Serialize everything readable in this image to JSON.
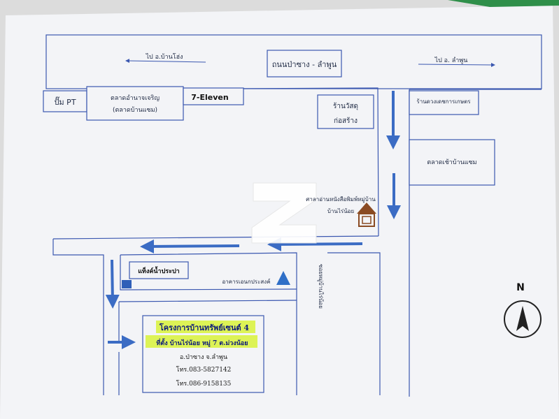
{
  "colors": {
    "paper": "#f3f4f7",
    "road_outline": "#3a57b0",
    "arrow_blue": "#3b6cc4",
    "highlight_yellow": "#d8f23a",
    "title_blue": "#0c1a7a",
    "hut_brown": "#8a4b23",
    "triangle_blue": "#2f6fc7",
    "watermark": "#ffffff",
    "compass": "#222222"
  },
  "icons": {
    "watermark": "z-watermark-icon",
    "hut": "sala-hut-icon",
    "triangle": "triangle-marker-icon",
    "square": "square-marker-icon",
    "compass": "compass-icon"
  },
  "labels": {
    "main_road": "ถนนป่าซาง - ลำพูน",
    "to_banhong": "ไป อ.บ้านโฮ่ง",
    "to_lamphun": "ไป อ. ลำพูน",
    "pump_pt": "ปั๊ม PT",
    "market_line1": "ตลาดอำนาจเจริญ",
    "market_line2": "(ตลาดบ้านแซม)",
    "seven_eleven": "7-Eleven",
    "construction_line1": "ร้านวัสดุ",
    "construction_line2": "ก่อสร้าง",
    "kaset_shop": "ร้านดวงเดชการเกษตร",
    "morning_market": "ตลาดเช้าบ้านแซม",
    "reading_hall_line1": "ศาลาอ่านหนังสือพิมพ์หมู่บ้าน",
    "reading_hall_line2": "บ้านไร่น้อย",
    "water_tank": "แท็งค์น้ำประปา",
    "multipurpose_building": "อาคารเอนกประสงค์",
    "side_road": "ซอยหมู่บ้านไร่น้อย",
    "compass_n": "N"
  },
  "project": {
    "title": "โครงการบ้านทรัพย์เซนต์ 4",
    "location": "ที่ตั้ง บ้านไร่น้อย หมู่ 7 ต.ม่วงน้อย",
    "district": "อ.ป่าซาง จ.ลำพูน",
    "phone1": "โทร.083-5827142",
    "phone2": "โทร.086-9158135"
  }
}
